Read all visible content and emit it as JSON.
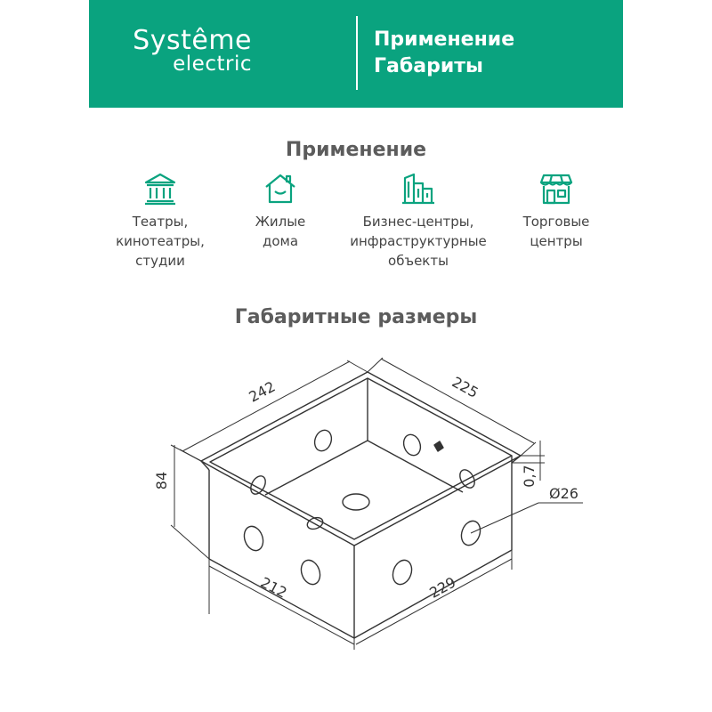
{
  "header": {
    "brand_line1": "Systême",
    "brand_line2": "electric",
    "title_line1": "Применение",
    "title_line2": "Габариты"
  },
  "application": {
    "heading": "Применение",
    "items": [
      {
        "icon": "theater-icon",
        "label": "Театры,\nкинотеатры,\nстудии"
      },
      {
        "icon": "house-icon",
        "label": "Жилые\nдома"
      },
      {
        "icon": "business-center-icon",
        "label": "Бизнес-центры,\nинфраструктурные\nобъекты"
      },
      {
        "icon": "shop-icon",
        "label": "Торговые\nцентры"
      }
    ]
  },
  "dimensions": {
    "heading": "Габаритные размеры",
    "top_left": "242",
    "top_right": "225",
    "height": "84",
    "thickness": "0,7",
    "hole": "Ø26",
    "bottom_left": "212",
    "bottom_right": "229"
  },
  "colors": {
    "brand_green": "#0aa37f",
    "text_gray": "#5c5c5c"
  }
}
